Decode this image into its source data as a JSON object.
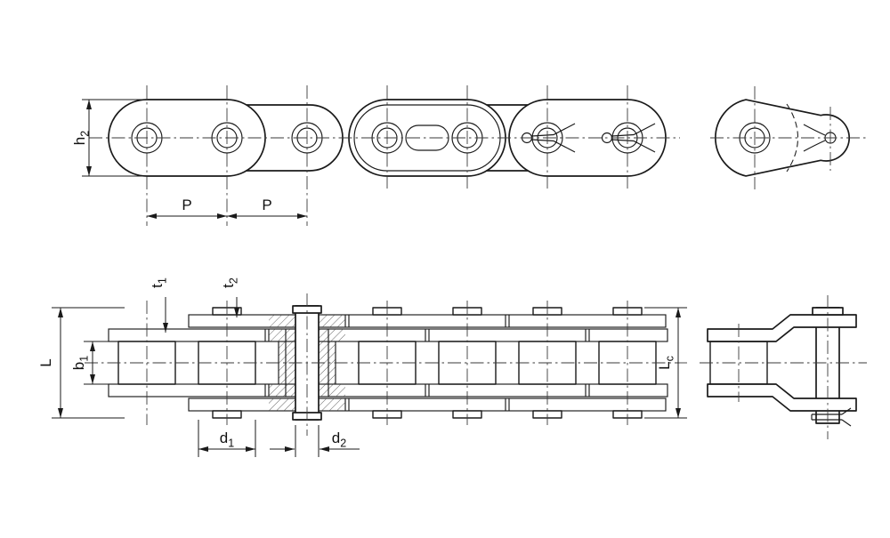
{
  "drawing": {
    "colors": {
      "line": "#1a1a1a",
      "centerline": "#3a3a3a",
      "hatch": "#444444",
      "background": "#ffffff"
    }
  },
  "dims": {
    "h2": {
      "base": "h",
      "sub": "2"
    },
    "P": {
      "base": "P",
      "sub": ""
    },
    "t1": {
      "base": "t",
      "sub": "1"
    },
    "t2": {
      "base": "t",
      "sub": "2"
    },
    "L": {
      "base": "L",
      "sub": ""
    },
    "b1": {
      "base": "b",
      "sub": "1"
    },
    "d1": {
      "base": "d",
      "sub": "1"
    },
    "d2": {
      "base": "d",
      "sub": "2"
    },
    "Lc": {
      "base": "L",
      "sub": "c"
    }
  }
}
